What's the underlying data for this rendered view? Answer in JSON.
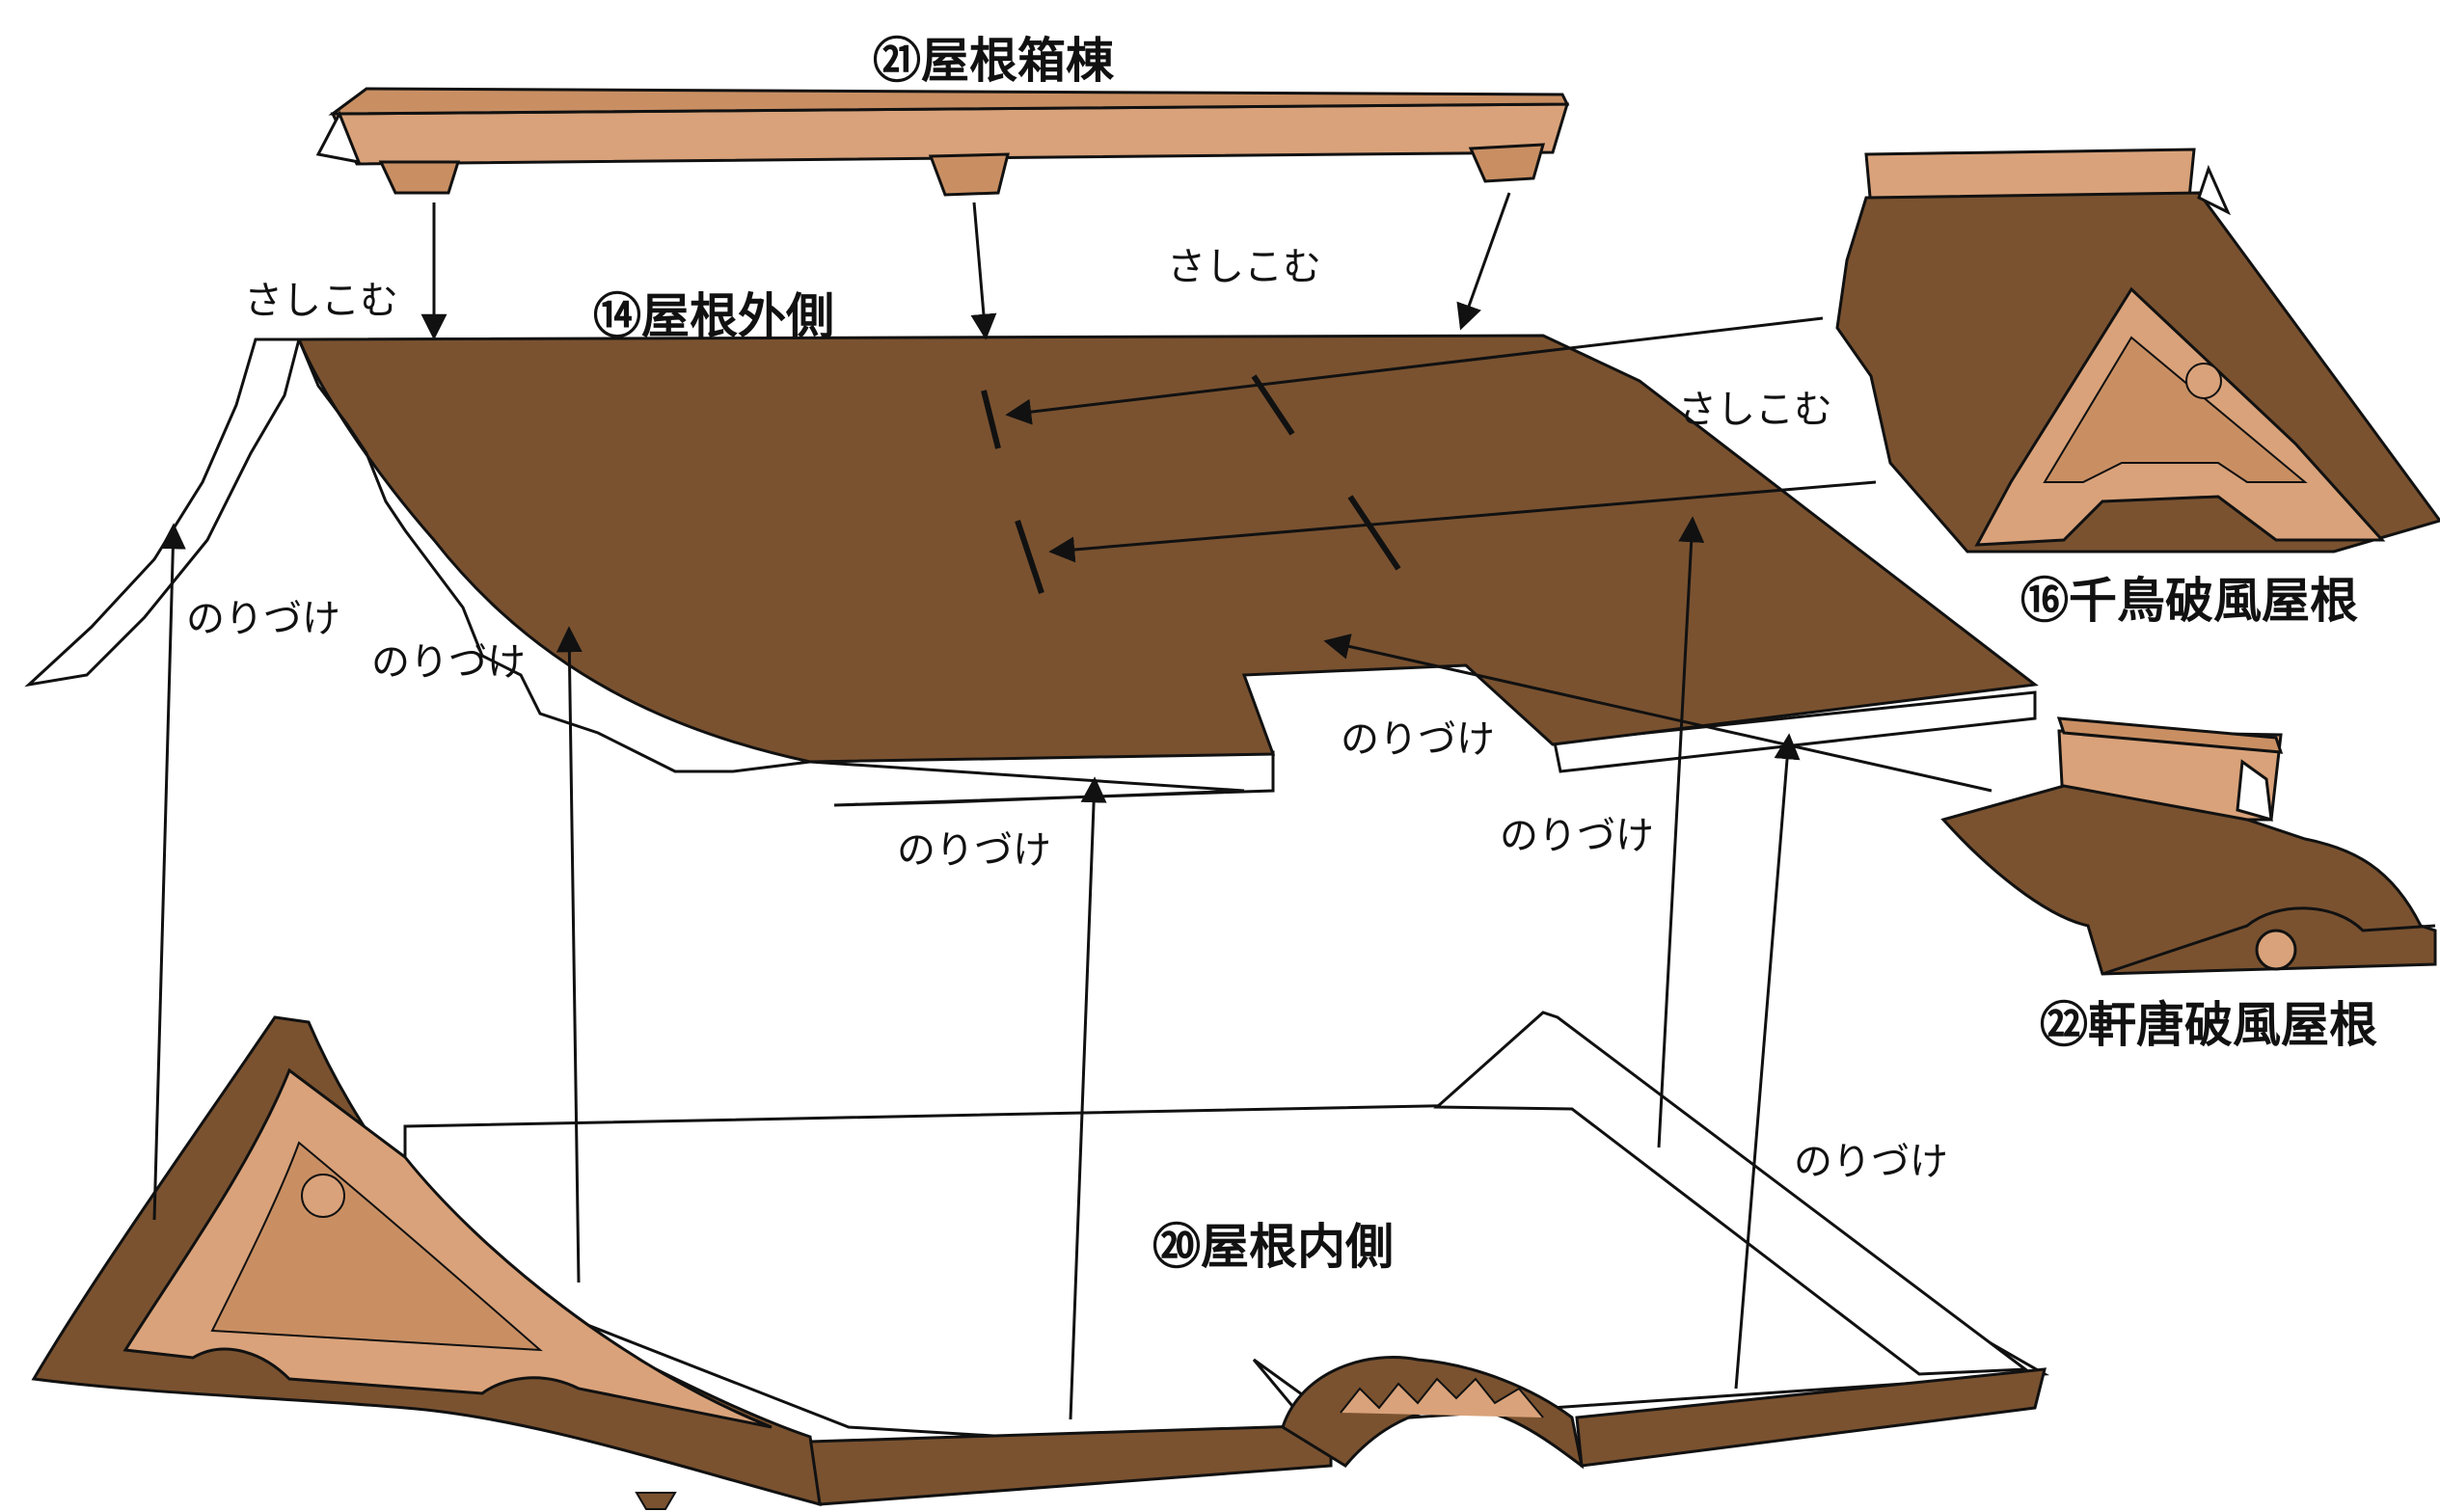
{
  "parts": {
    "ridge_box": "㉑屋根箱棟",
    "roof_outer": "⑭屋根外側",
    "roof_inner": "⑳屋根内側",
    "chidori_gable": "⑯千鳥破風屋根",
    "karahafu_gable": "㉒軒唐破風屋根"
  },
  "notes": {
    "insert": "さしこむ",
    "glue": "のりづけ"
  },
  "colors": {
    "roof_dark": "#7a5230",
    "roof_light": "#d9a27a",
    "roof_mid": "#c98f63",
    "line": "#111111"
  }
}
